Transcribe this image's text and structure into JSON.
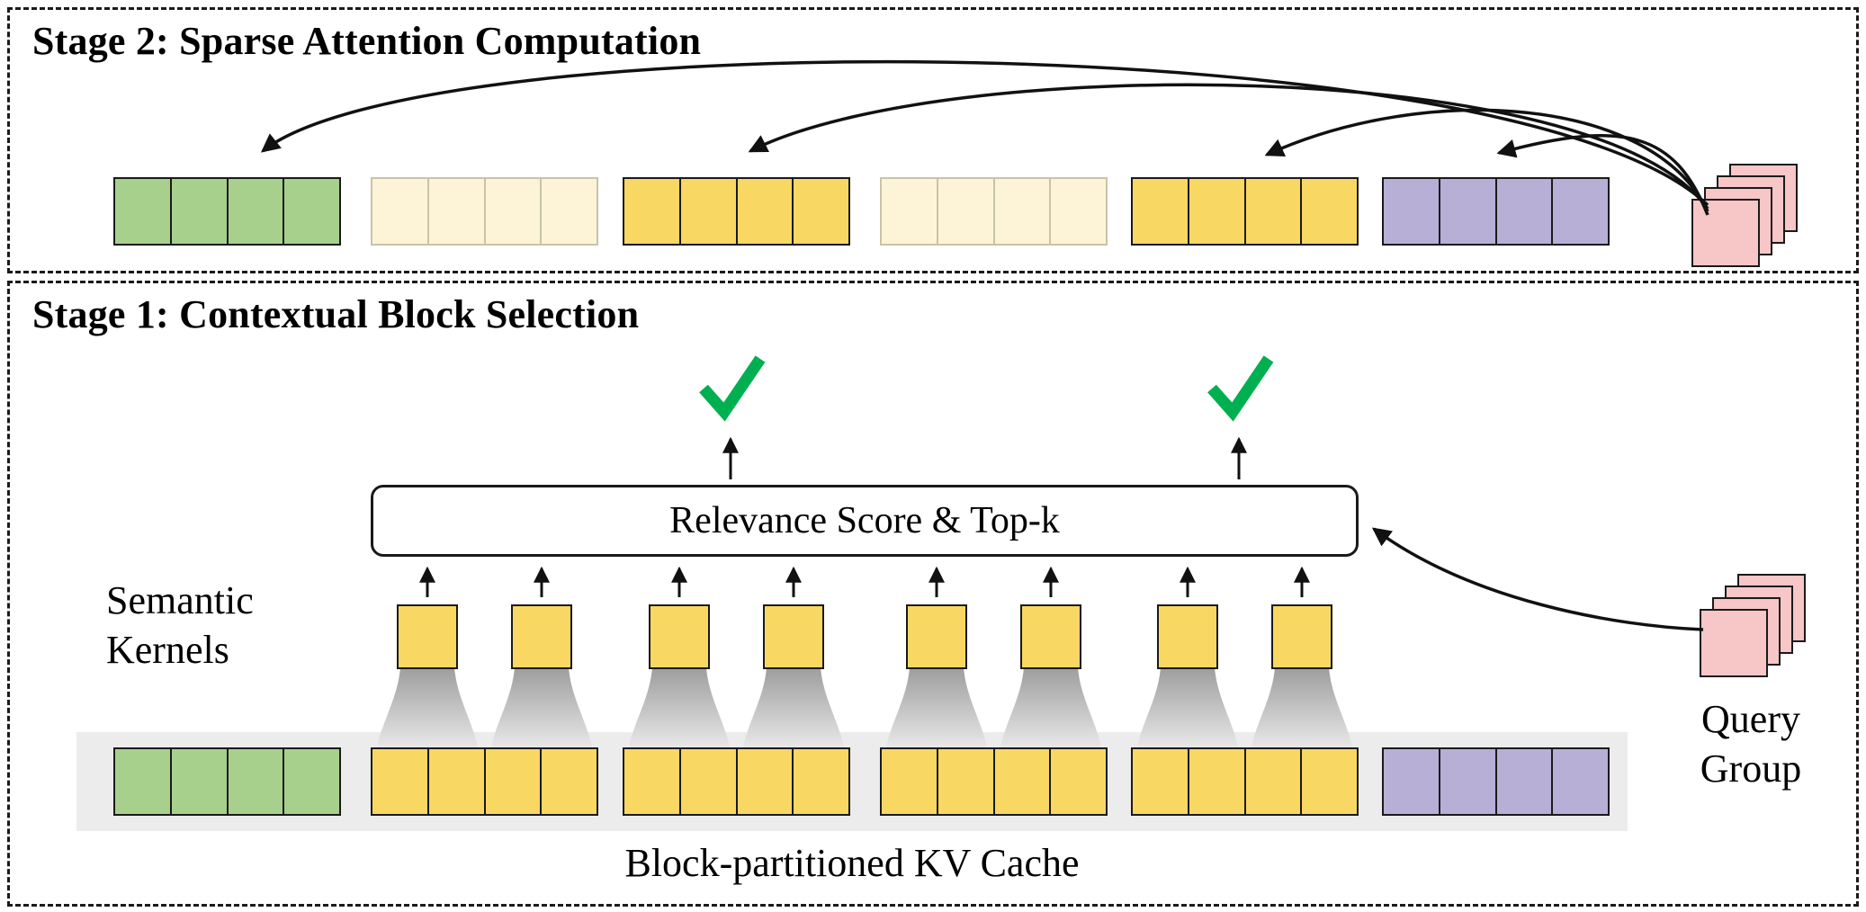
{
  "stage2": {
    "title": "Stage 2: Sparse Attention Computation",
    "blocks": [
      {
        "name": "block-green",
        "color": "green",
        "cells": 4
      },
      {
        "name": "block-skipped-1",
        "color": "cream",
        "cells": 4
      },
      {
        "name": "block-yellow-1",
        "color": "yellow",
        "cells": 4
      },
      {
        "name": "block-skipped-2",
        "color": "cream",
        "cells": 4
      },
      {
        "name": "block-yellow-2",
        "color": "yellow",
        "cells": 4
      },
      {
        "name": "block-purple",
        "color": "purple",
        "cells": 4
      }
    ],
    "attention_arrows_to": [
      "block-green",
      "block-yellow-1",
      "block-yellow-2",
      "block-purple"
    ],
    "query_stack": {
      "count": 4,
      "color": "pink"
    }
  },
  "stage1": {
    "title": "Stage 1: Contextual Block Selection",
    "relevance_box_label": "Relevance Score & Top-k",
    "semantic_kernels_label": "Semantic Kernels",
    "kernel_count": 8,
    "selected_checkmarks": 2,
    "kv_cache": {
      "caption": "Block-partitioned KV Cache",
      "blocks": [
        {
          "name": "cache-block-green",
          "color": "green",
          "cells": 4
        },
        {
          "name": "cache-block-yellow-1",
          "color": "yellow",
          "cells": 4
        },
        {
          "name": "cache-block-yellow-2",
          "color": "yellow",
          "cells": 4
        },
        {
          "name": "cache-block-yellow-3",
          "color": "yellow",
          "cells": 4
        },
        {
          "name": "cache-block-yellow-4",
          "color": "yellow",
          "cells": 4
        },
        {
          "name": "cache-block-purple",
          "color": "purple",
          "cells": 4
        }
      ]
    },
    "query_group_label": "Query Group",
    "query_stack": {
      "count": 4,
      "color": "pink"
    }
  },
  "colors": {
    "green": "#A8D08D",
    "cream": "#FDF4D7",
    "cream-border": "#C8C3A9",
    "yellow": "#F8D763",
    "purple": "#B7AFD6",
    "pink": "#F7C6C7",
    "band": "#ECECEC",
    "check": "#00B050"
  }
}
